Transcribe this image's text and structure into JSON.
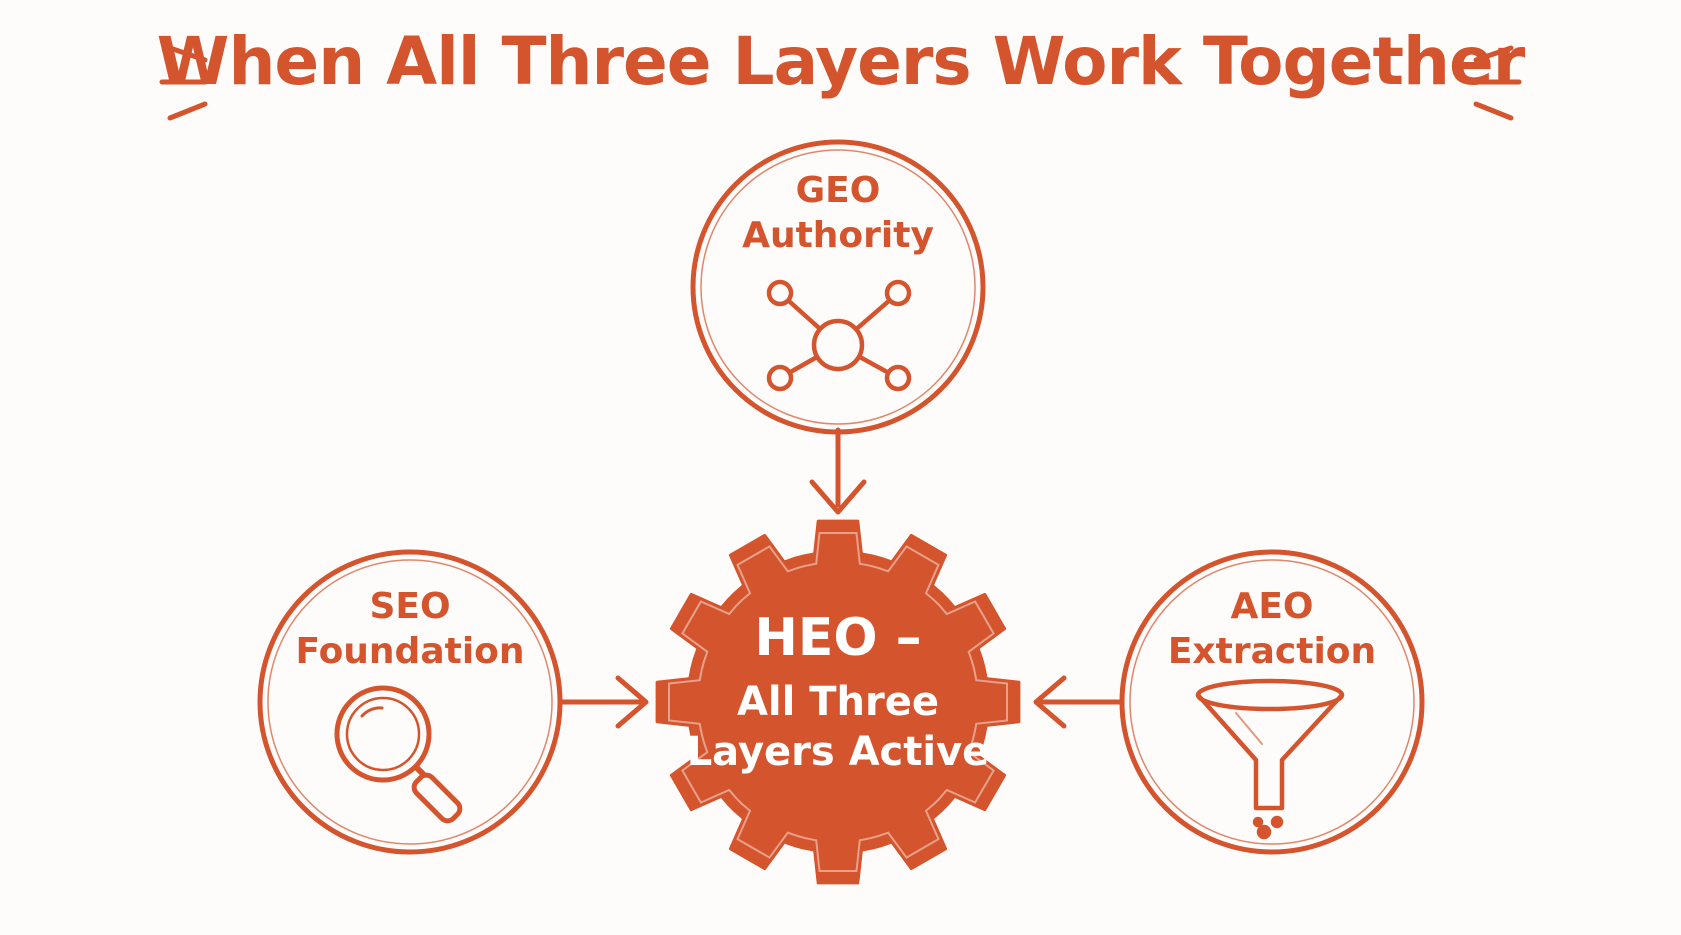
{
  "title": "When All Three Layers Work Together",
  "colors": {
    "accent": "#d4552d",
    "background": "#fdfcfb",
    "hub_text": "#ffffff"
  },
  "nodes": {
    "top": {
      "line1": "GEO",
      "line2": "Authority",
      "icon": "network-icon"
    },
    "left": {
      "line1": "SEO",
      "line2": "Foundation",
      "icon": "magnifying-glass-icon"
    },
    "right": {
      "line1": "AEO",
      "line2": "Extraction",
      "icon": "funnel-icon"
    }
  },
  "hub": {
    "line1": "HEO –",
    "line2": "All Three",
    "line3": "Layers Active",
    "icon": "gear-icon"
  }
}
